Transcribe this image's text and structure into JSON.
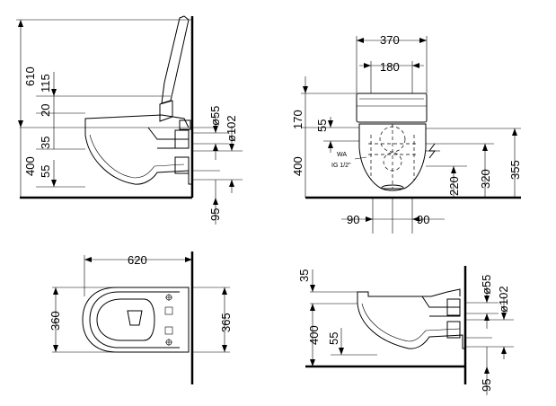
{
  "side_view": {
    "dims": [
      "610",
      "115",
      "20",
      "35",
      "400",
      "55",
      "ø55",
      "ø102",
      "95"
    ]
  },
  "front_view": {
    "dims": [
      "370",
      "180",
      "170",
      "55",
      "400",
      "90",
      "90",
      "220",
      "320",
      "355"
    ],
    "wa_label": "WA",
    "ig_label": "IG 1/2\""
  },
  "top_view": {
    "dims": [
      "620",
      "360",
      "365"
    ]
  },
  "side_view_2": {
    "dims": [
      "35",
      "400",
      "55",
      "ø55",
      "ø102",
      "95"
    ]
  }
}
